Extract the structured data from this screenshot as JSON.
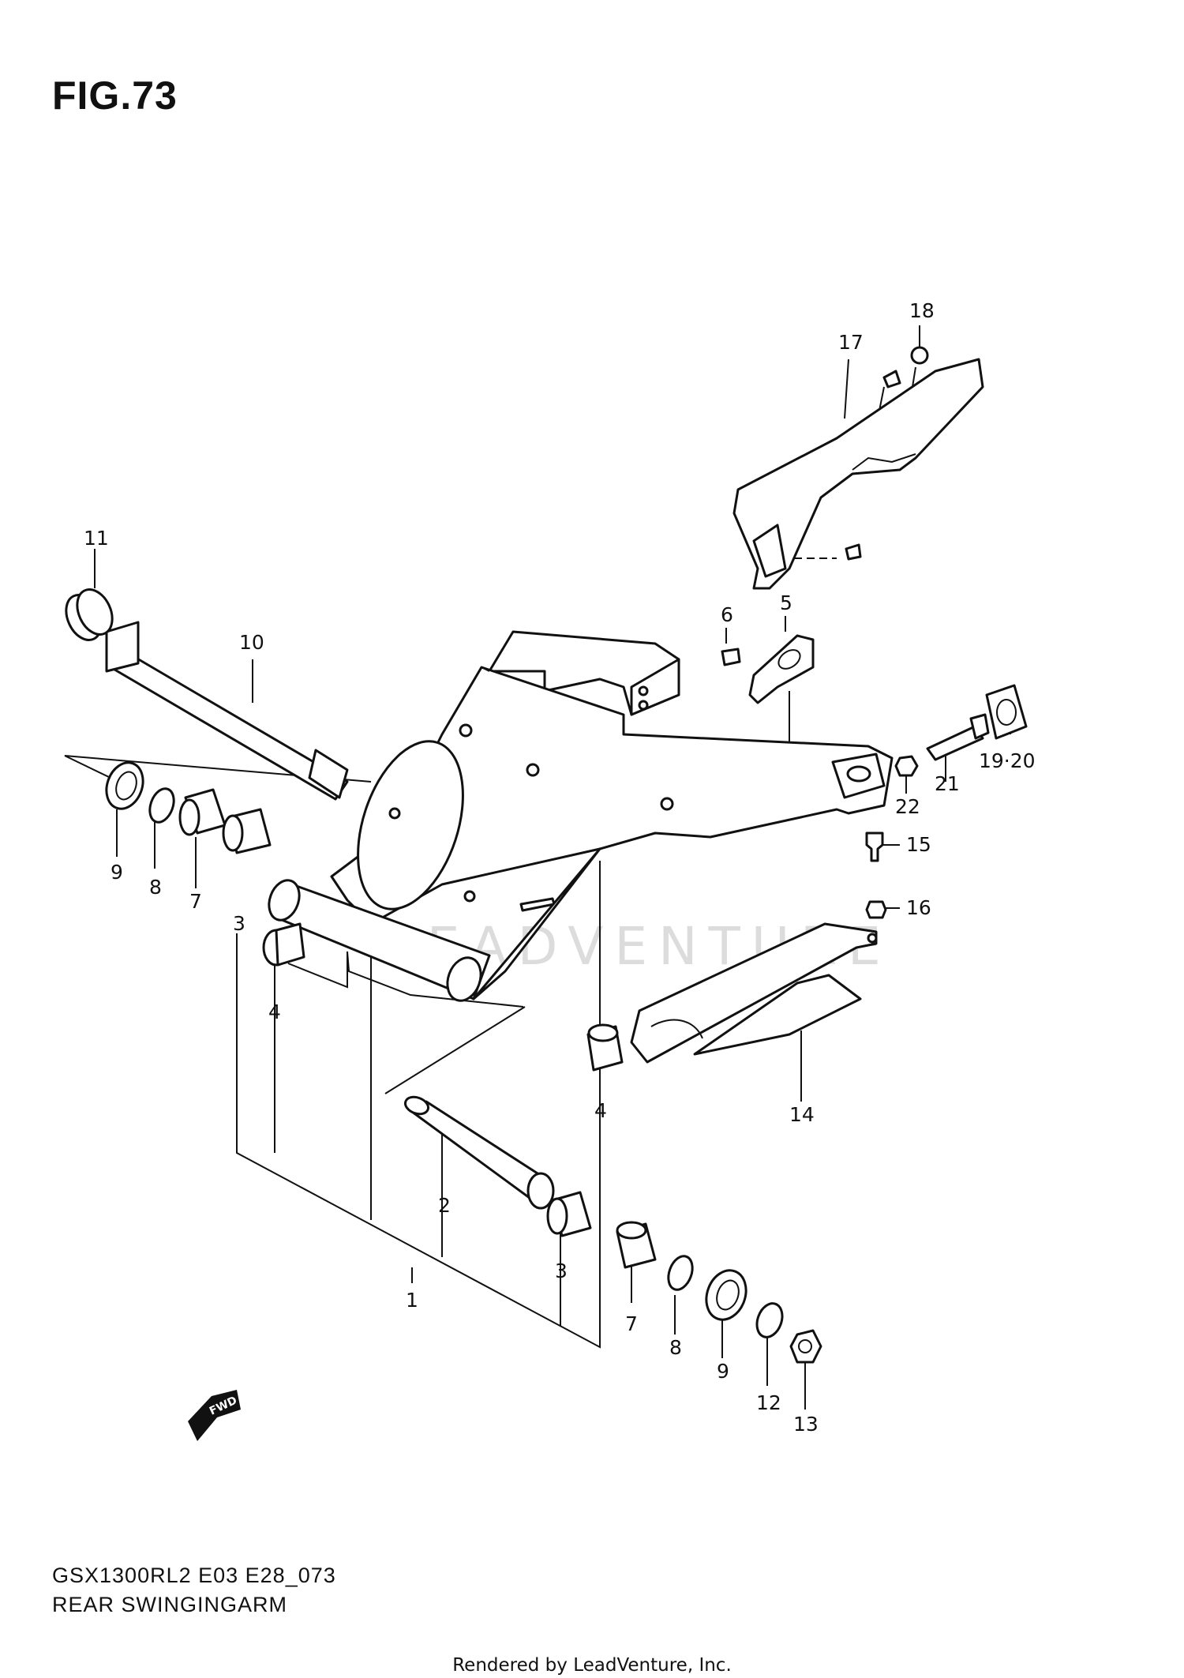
{
  "figure": {
    "title": "FIG.73",
    "model_code": "GSX1300RL2 E03 E28_073",
    "section_name": "REAR SWINGINGARM",
    "watermark": "LEADVENTURE",
    "footer": "Rendered by LeadVenture, Inc.",
    "fwd_label": "FWD"
  },
  "callouts": {
    "c1": "1",
    "c2": "2",
    "c3a": "3",
    "c3b": "3",
    "c4a": "4",
    "c4b": "4",
    "c5": "5",
    "c6": "6",
    "c7a": "7",
    "c7b": "7",
    "c8a": "8",
    "c8b": "8",
    "c9a": "9",
    "c9b": "9",
    "c10": "10",
    "c11": "11",
    "c12": "12",
    "c13": "13",
    "c14": "14",
    "c15": "15",
    "c16": "16",
    "c17": "17",
    "c18": "18",
    "c1920": "19·20",
    "c21": "21",
    "c22": "22"
  }
}
